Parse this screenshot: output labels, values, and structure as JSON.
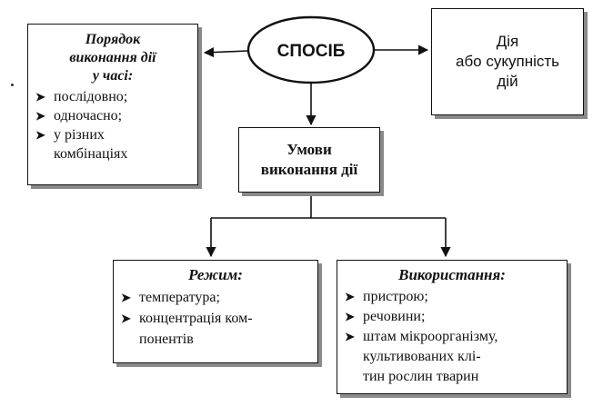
{
  "center": {
    "label": "СПОСІБ"
  },
  "action": {
    "lines": [
      "Дія",
      "або сукупність",
      "дій"
    ]
  },
  "order": {
    "title_lines": [
      "Порядок",
      "виконання дії",
      "у часі:"
    ],
    "items": [
      "послідовно;",
      "одночасно;",
      "у різних",
      "комбінаціях"
    ]
  },
  "conditions": {
    "lines": [
      "Умови",
      "виконання дії"
    ]
  },
  "mode": {
    "title": "Режим:",
    "items": [
      "температура;",
      "концентрація ком-",
      "понентів"
    ]
  },
  "usage": {
    "title": "Використання:",
    "items": [
      "пристрою;",
      "речовини;",
      "штам мікроорганізму,",
      "культивованих клі-",
      "тин рослин тварин"
    ]
  },
  "icons": {
    "bullet": "chevron-right-icon"
  }
}
